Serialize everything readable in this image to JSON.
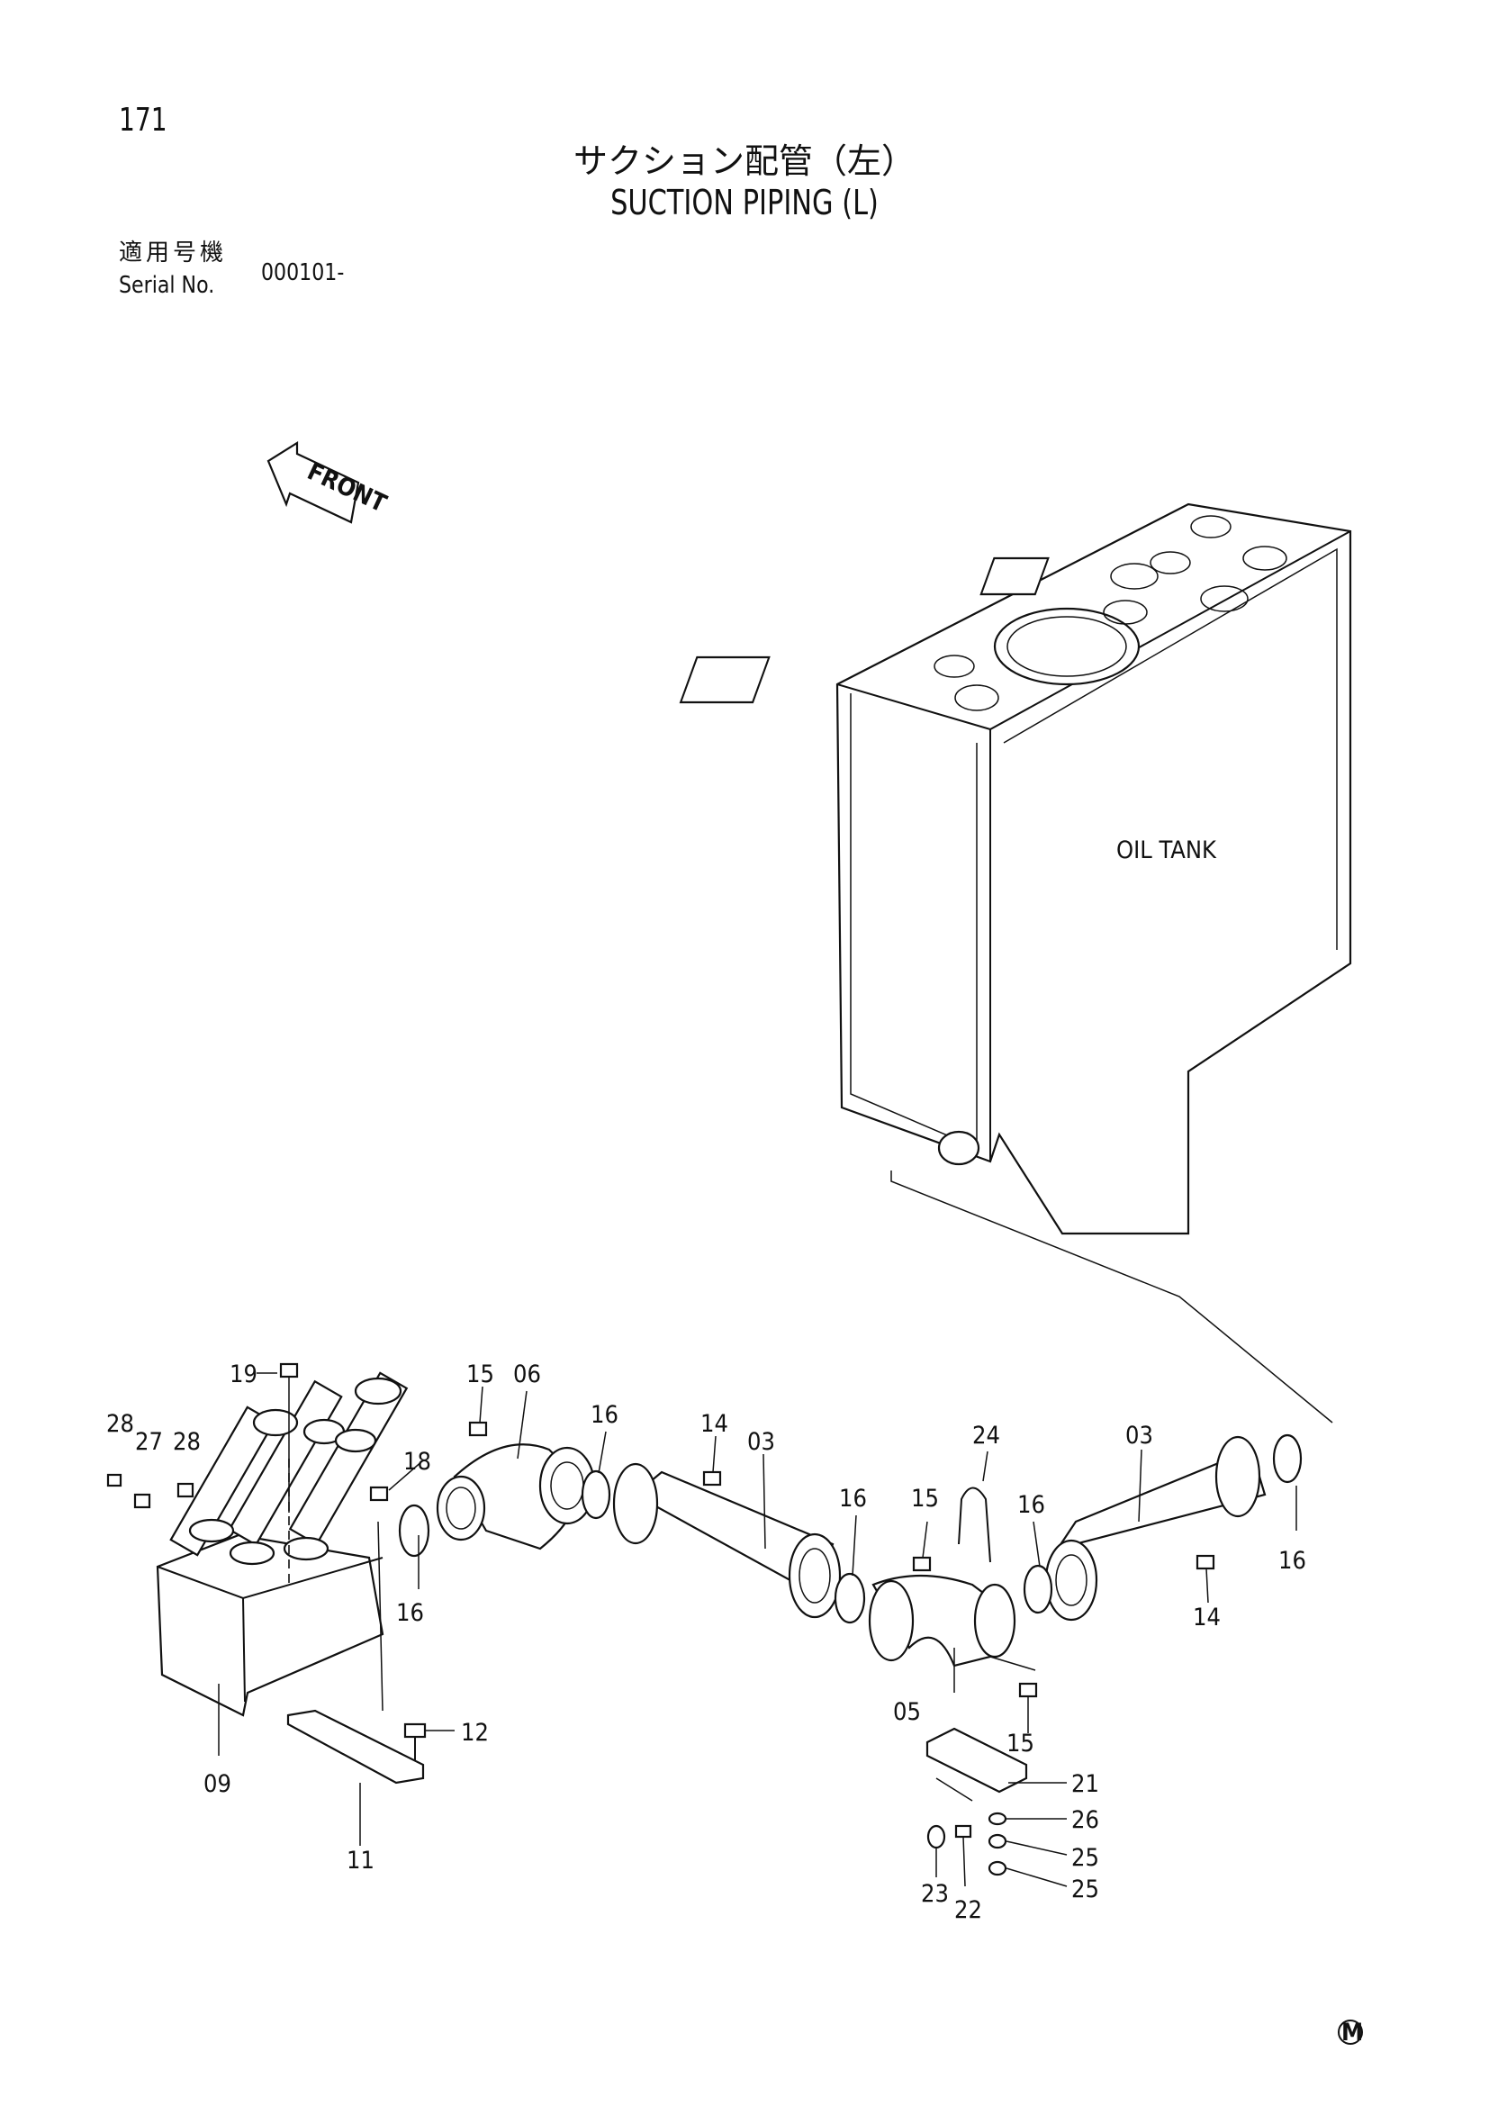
{
  "header": {
    "page_number": "171",
    "title_jp": "サクション配管（左）",
    "title_en": "SUCTION PIPING (L)",
    "serial_label_jp": "適用号機",
    "serial_label_en": "Serial No.",
    "serial_value": "000101-"
  },
  "diagram": {
    "front_label": "FRONT",
    "tank_label": "OIL TANK",
    "callouts": {
      "p03a": "03",
      "p03b": "03",
      "p05": "05",
      "p06": "06",
      "p09": "09",
      "p11": "11",
      "p12": "12",
      "p14a": "14",
      "p14b": "14",
      "p15a": "15",
      "p15b": "15",
      "p15c": "15",
      "p16a": "16",
      "p16b": "16",
      "p16c": "16",
      "p16d": "16",
      "p16e": "16",
      "p18": "18",
      "p19": "19",
      "p21": "21",
      "p22": "22",
      "p23": "23",
      "p24": "24",
      "p25a": "25",
      "p25b": "25",
      "p26": "26",
      "p27": "27",
      "p28a": "28",
      "p28b": "28"
    },
    "mark": "M"
  }
}
